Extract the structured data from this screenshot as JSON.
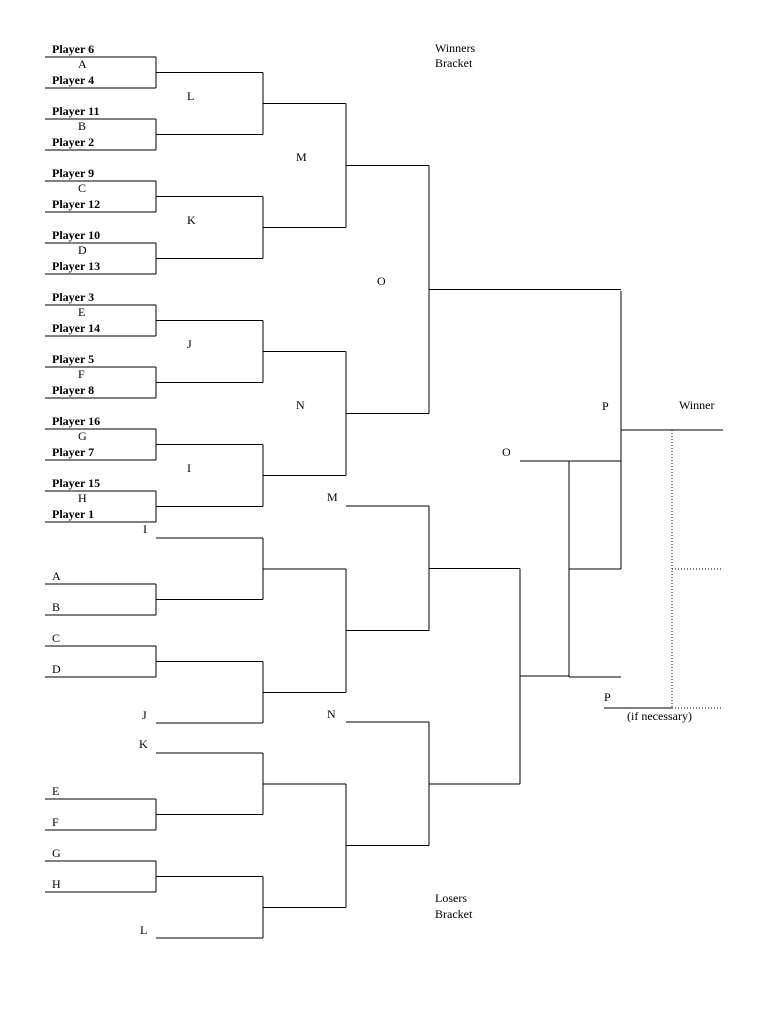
{
  "headers": {
    "winners_line1": "Winners",
    "winners_line2": "Bracket",
    "losers_line1": "Losers",
    "losers_line2": "Bracket",
    "winner": "Winner",
    "if_necessary": "(if necessary)"
  },
  "players": [
    "Player 6",
    "Player 4",
    "Player 11",
    "Player 2",
    "Player 9",
    "Player 12",
    "Player 10",
    "Player 13",
    "Player 3",
    "Player 14",
    "Player 5",
    "Player 8",
    "Player 16",
    "Player 7",
    "Player 15",
    "Player 1"
  ],
  "winners_round1_labels": [
    "A",
    "B",
    "C",
    "D",
    "E",
    "F",
    "G",
    "H"
  ],
  "winners_round2_labels": [
    "L",
    "K",
    "J",
    "I"
  ],
  "winners_round3_labels": [
    "M",
    "N"
  ],
  "winners_final_label": "O",
  "championship_label": "P",
  "losers_entry_labels": [
    "I",
    "A",
    "B",
    "C",
    "D",
    "J",
    "K",
    "E",
    "F",
    "G",
    "H",
    "L"
  ],
  "losers_drop_labels": [
    "M",
    "N"
  ],
  "losers_final_drop_label": "O",
  "second_final_label": "P"
}
